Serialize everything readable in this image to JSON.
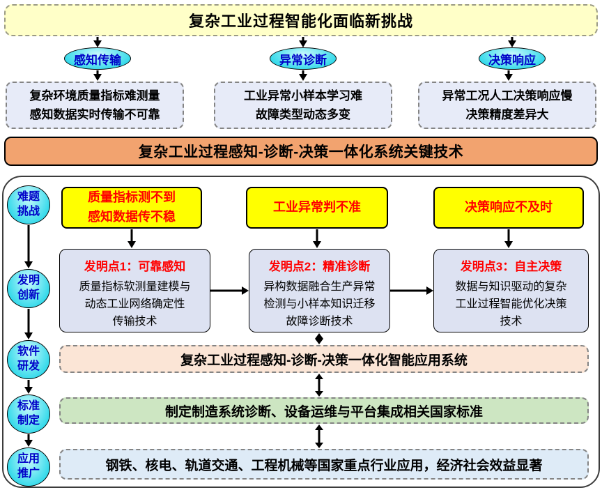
{
  "header": {
    "title": "复杂工业过程智能化面临新挑战"
  },
  "challenges": [
    {
      "label": "感知传输",
      "detail": "复杂环境质量指标难测量\n感知数据实时传输不可靠"
    },
    {
      "label": "异常诊断",
      "detail": "工业异常小样本学习难\n故障类型动态多变"
    },
    {
      "label": "决策响应",
      "detail": "异常工况人工决策响应慢\n决策精度差异大"
    }
  ],
  "banner": {
    "title": "复杂工业过程感知-诊断-决策一体化系统关键技术"
  },
  "rail": [
    {
      "label": "难题\n挑战"
    },
    {
      "label": "发明\n创新"
    },
    {
      "label": "软件\n研发"
    },
    {
      "label": "标准\n制定"
    },
    {
      "label": "应用\n推广"
    }
  ],
  "problems": [
    {
      "text": "质量指标测不到\n感知数据传不稳"
    },
    {
      "text": "工业异常判不准"
    },
    {
      "text": "决策响应不及时"
    }
  ],
  "inventions": [
    {
      "title": "发明点1：可靠感知",
      "body": "质量指标软测量建模与\n动态工业网络确定性\n传输技术"
    },
    {
      "title": "发明点2：精准诊断",
      "body": "异构数据融合生产异常\n检测与小样本知识迁移\n故障诊断技术"
    },
    {
      "title": "发明点3：自主决策",
      "body": "数据与知识驱动的复杂\n工业过程智能优化决策\n技术"
    }
  ],
  "outputs": {
    "application": "复杂工业过程感知-诊断-决策一体化智能应用系统",
    "standards": "制定制造系统诊断、设备运维与平台集成相关国家标准",
    "industry": "钢铁、核电、轨道交通、工程机械等国家重点行业应用，经济社会效益显著"
  },
  "colors": {
    "title_bg": "#FFFFC8",
    "ellipse_cyan": "#33D9EA",
    "ellipse_text_blue": "#0000C8",
    "detail_bg": "#E7EBF8",
    "banner_orange": "#F2A36F",
    "problem_yellow": "#FFFF00",
    "alert_red": "#FF0000",
    "invention_bg": "#DDE2F2",
    "application_bg": "#FBE5D6",
    "standards_bg": "#CDE6C2",
    "industry_bg": "#DEEBF7"
  }
}
